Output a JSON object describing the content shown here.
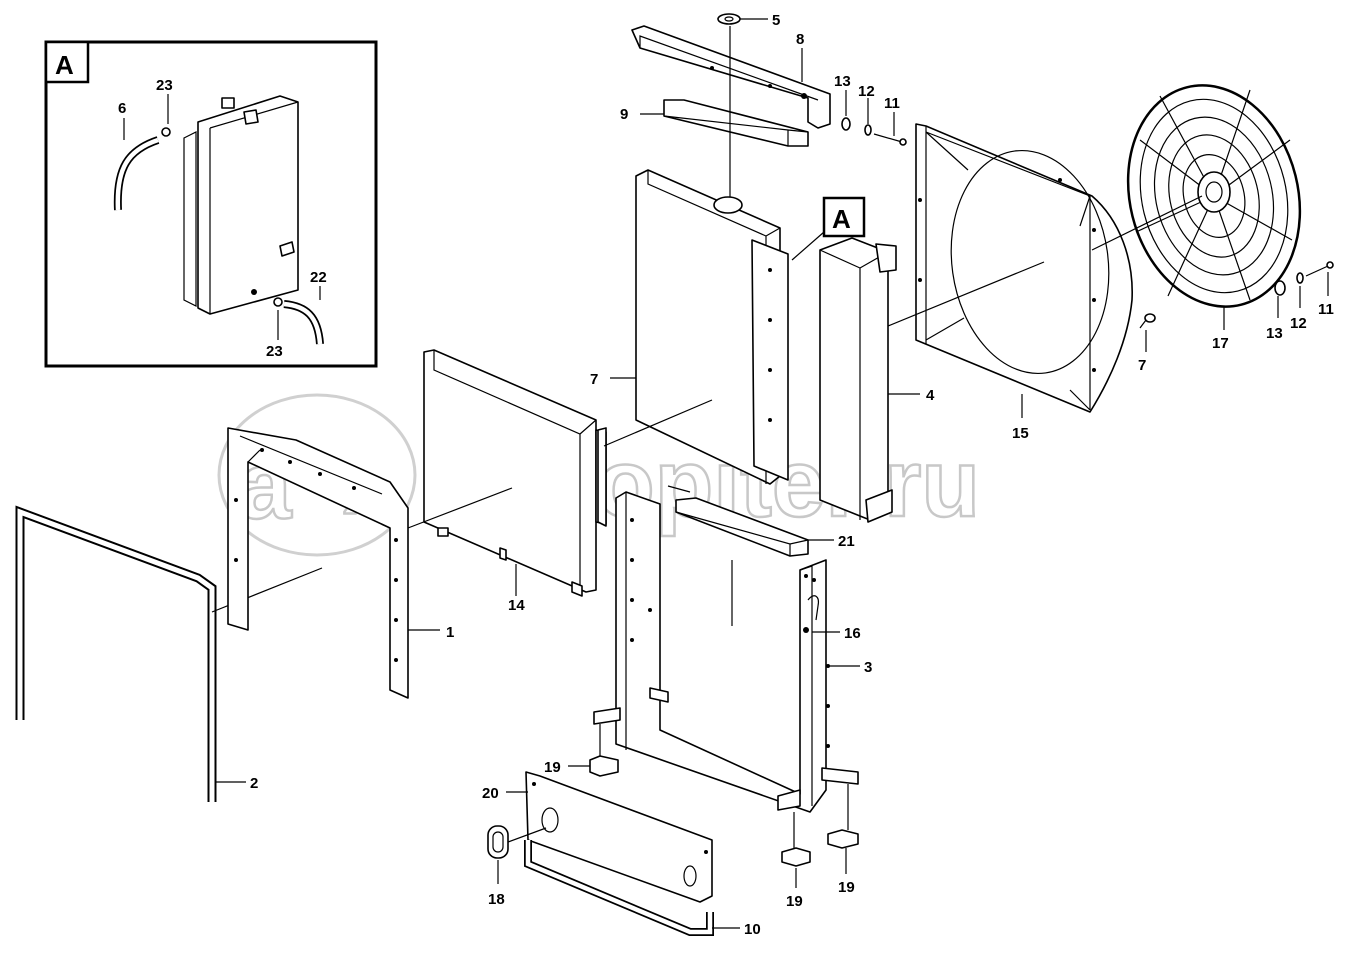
{
  "watermark": {
    "text": "autopiter.ru",
    "logo_letter": "a"
  },
  "detail_view": {
    "badge": "A"
  },
  "main_badge": "A",
  "callouts": {
    "p1": "1",
    "p2": "2",
    "p3": "3",
    "p4": "4",
    "p5": "5",
    "p7_core": "7",
    "p7_shroud": "7",
    "p8": "8",
    "p9": "9",
    "p10": "10",
    "p11_top": "11",
    "p11_right": "11",
    "p12_top": "12",
    "p12_right": "12",
    "p13_top": "13",
    "p13_right": "13",
    "p14": "14",
    "p15": "15",
    "p16": "16",
    "p17": "17",
    "p18": "18",
    "p19_a": "19",
    "p19_b": "19",
    "p19_c": "19",
    "p20": "20",
    "p21": "21",
    "inset_6": "6",
    "inset_22": "22",
    "inset_23_top": "23",
    "inset_23_bottom": "23"
  }
}
